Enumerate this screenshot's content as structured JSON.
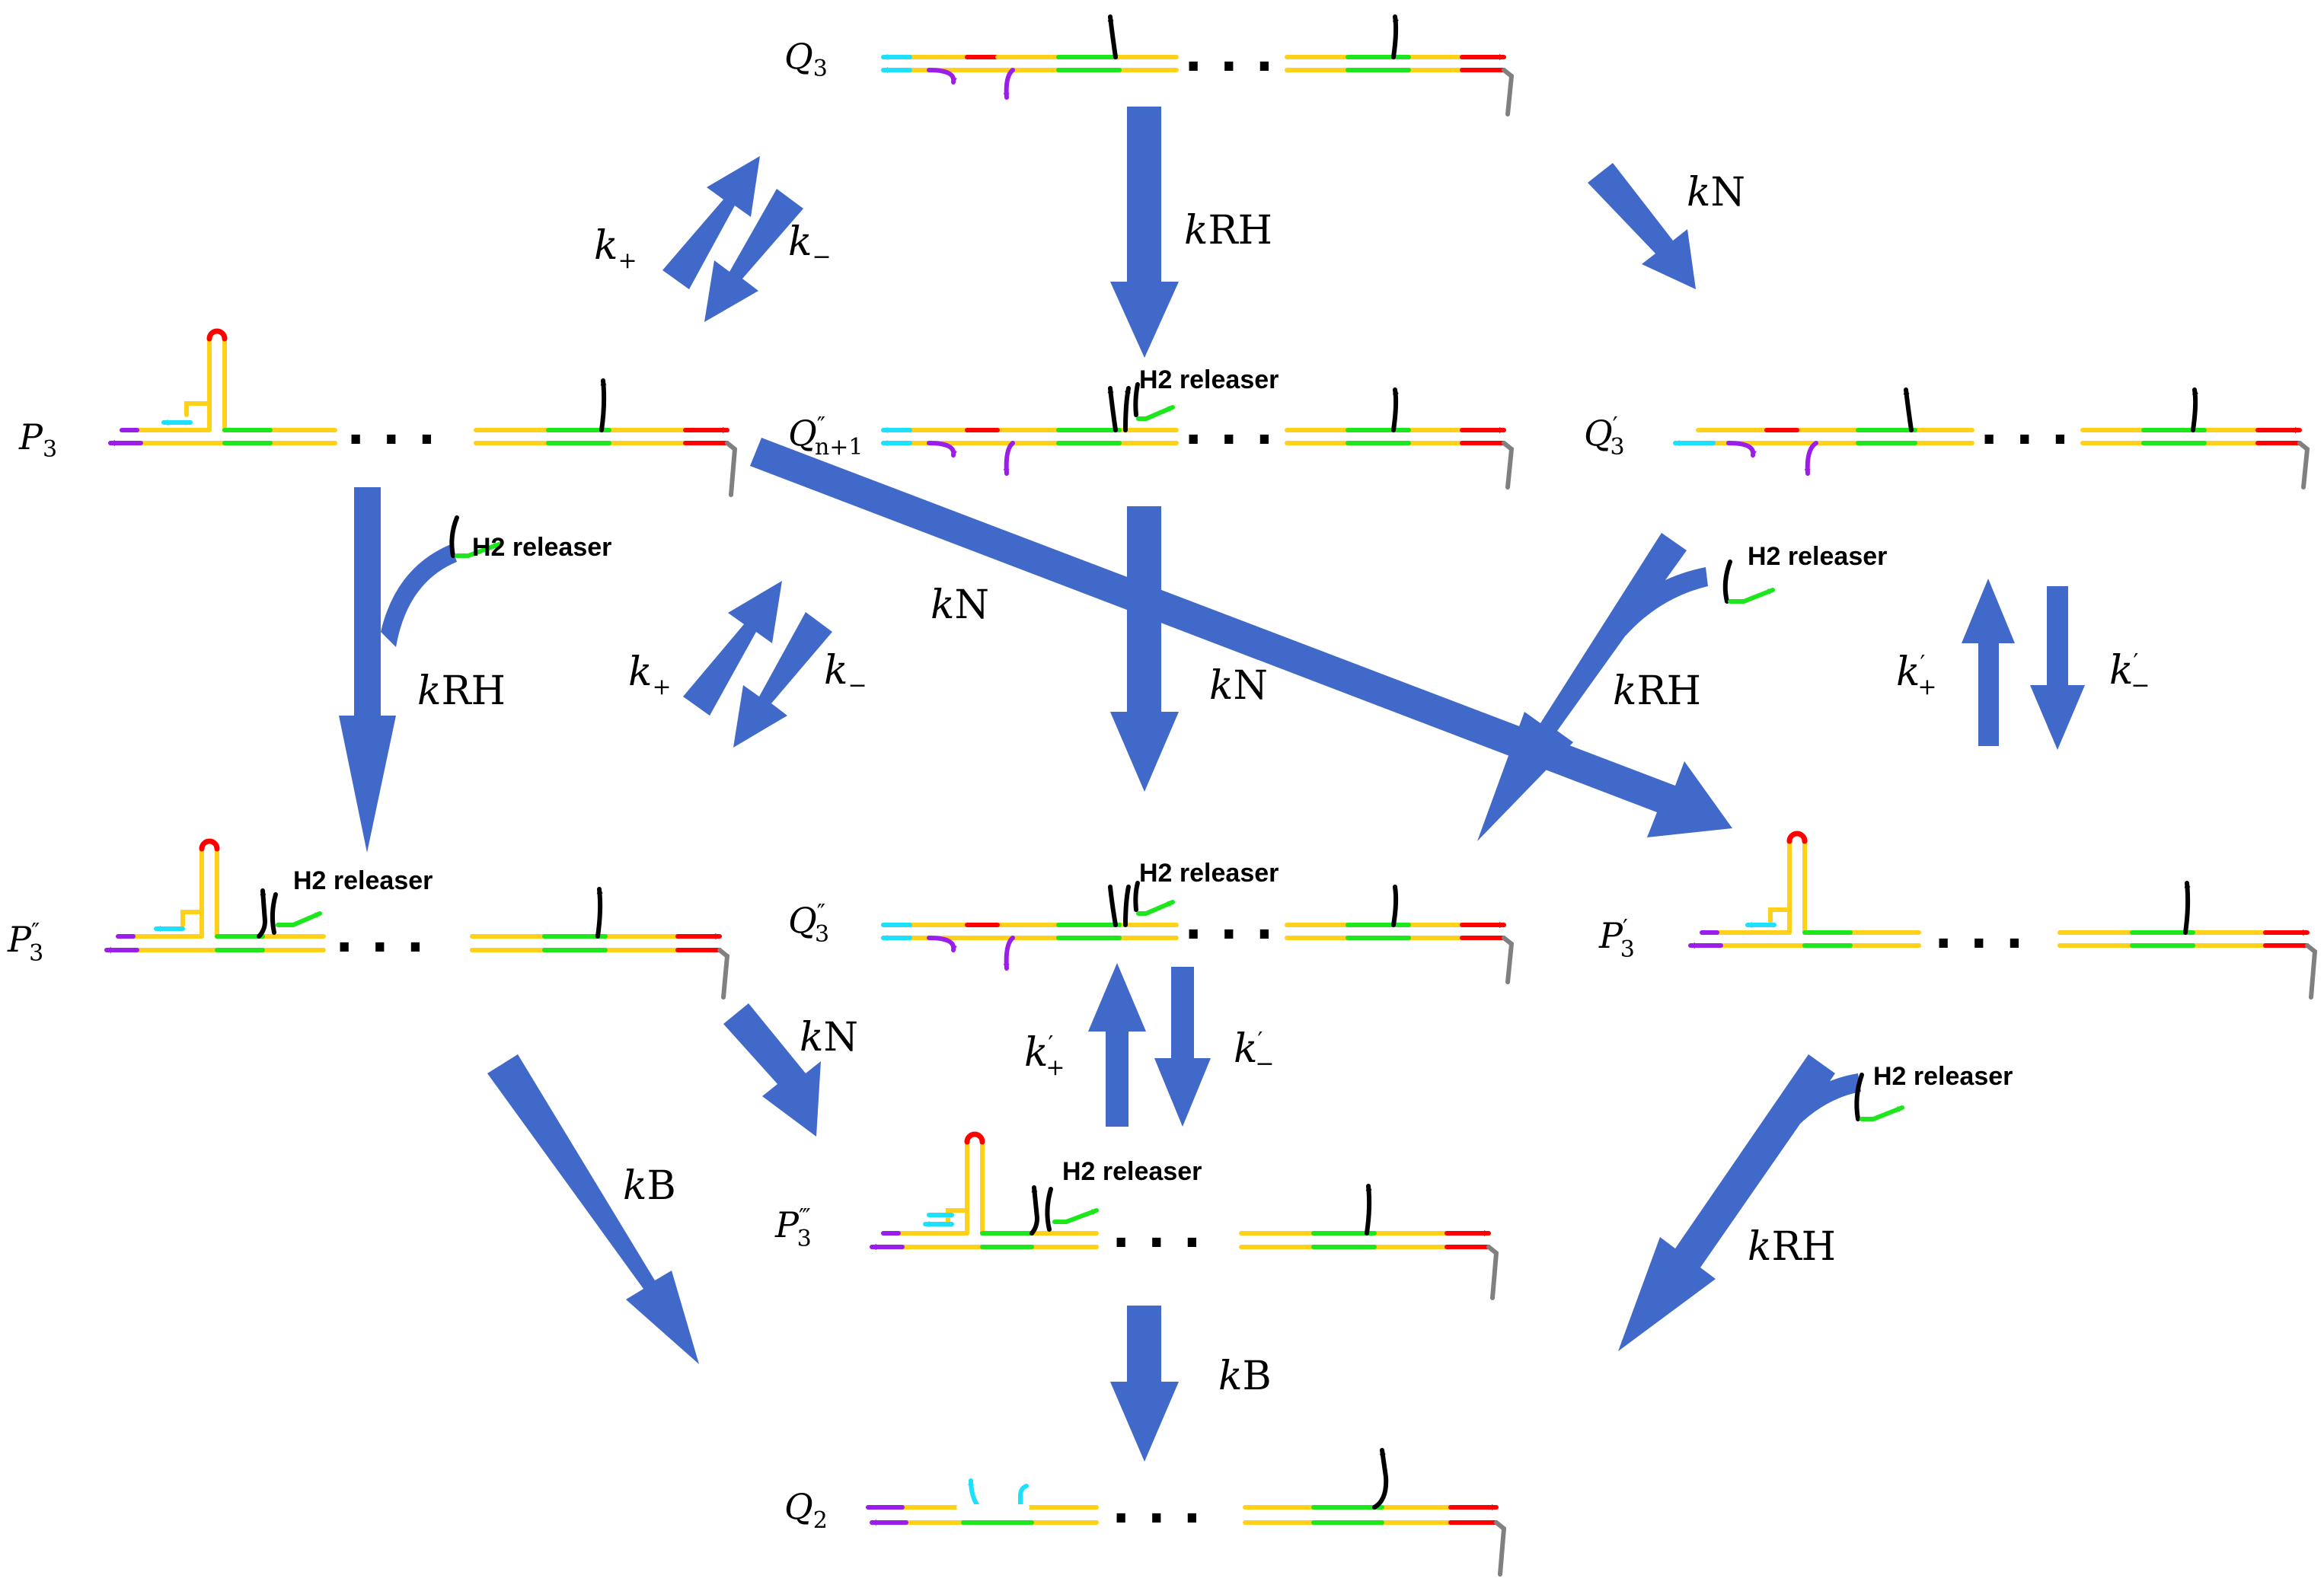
{
  "colors": {
    "arrow": "#4169c9",
    "strand": "#ffd11a",
    "domain_green": "#1de61d",
    "domain_red": "#ff0000",
    "domain_cyan": "#1de0ff",
    "domain_purple": "#9b1dea",
    "tether": "#808080",
    "hairpin_loop": "#ff0000",
    "label": "#000000"
  },
  "species": {
    "Q3": {
      "base": "Q",
      "sub": "3",
      "primes": ""
    },
    "Qn1pp": {
      "base": "Q",
      "sub": "n+1",
      "primes": "″"
    },
    "Q3p": {
      "base": "Q",
      "sub": "3",
      "primes": "′"
    },
    "P3": {
      "base": "P",
      "sub": "3",
      "primes": ""
    },
    "P3pp": {
      "base": "P",
      "sub": "3",
      "primes": "″"
    },
    "Q3pp": {
      "base": "Q",
      "sub": "3",
      "primes": "″"
    },
    "P3p": {
      "base": "P",
      "sub": "3",
      "primes": "′"
    },
    "P3ppp": {
      "base": "P",
      "sub": "3",
      "primes": "‴"
    },
    "Q2": {
      "base": "Q",
      "sub": "2",
      "primes": ""
    }
  },
  "rates": {
    "k_plus": "+",
    "k_minus": "−",
    "k_prime_plus": "+",
    "k_prime_minus": "−",
    "prime": "′",
    "k": "k",
    "RH": "RH",
    "N": "N",
    "B": "B"
  },
  "release_label": "H2 releaser",
  "ellipsis": ". . ."
}
